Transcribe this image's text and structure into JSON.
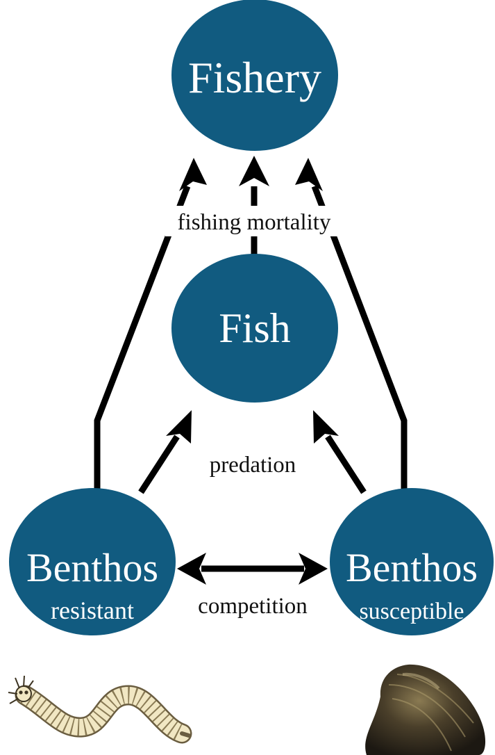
{
  "nodes": {
    "fishery": {
      "title": "Fishery"
    },
    "fish": {
      "title": "Fish"
    },
    "benthos_resistant": {
      "title": "Benthos",
      "subtitle": "resistant"
    },
    "benthos_susceptible": {
      "title": "Benthos",
      "subtitle": "susceptible"
    }
  },
  "edges": {
    "fishing_mortality": "fishing mortality",
    "predation": "predation",
    "competition": "competition"
  },
  "colors": {
    "node_fill": "#115b80",
    "node_text": "#ffffff",
    "arrow": "#000000"
  },
  "illustrations": {
    "left": "worm-illustration",
    "right": "mussel-illustration"
  }
}
